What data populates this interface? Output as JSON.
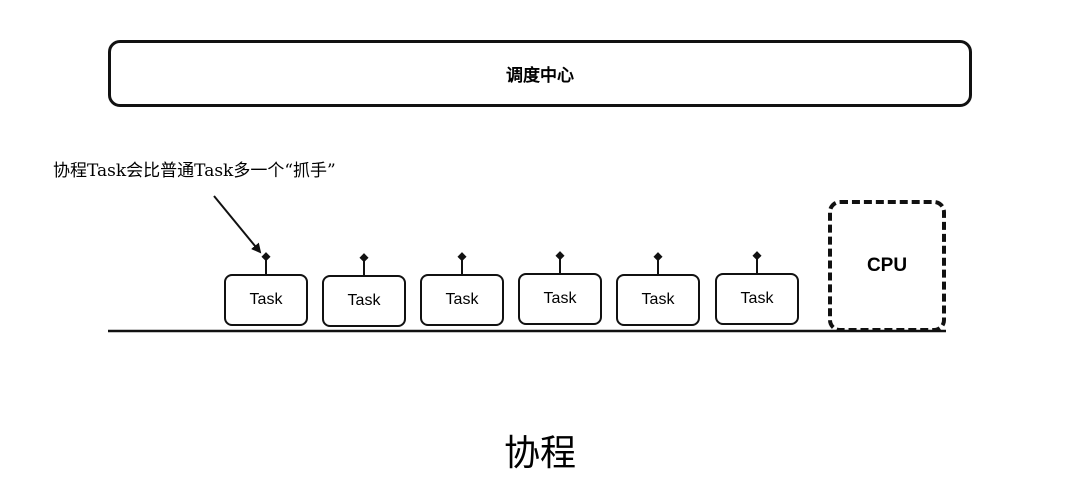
{
  "scheduler": {
    "label": "调度中心"
  },
  "annotation": {
    "text": "协程Task会比普通Task多一个“抓手”"
  },
  "tasks": [
    {
      "label": "Task"
    },
    {
      "label": "Task"
    },
    {
      "label": "Task"
    },
    {
      "label": "Task"
    },
    {
      "label": "Task"
    },
    {
      "label": "Task"
    }
  ],
  "cpu": {
    "label": "CPU"
  },
  "caption": {
    "text": "协程"
  },
  "colors": {
    "stroke": "#111111",
    "background": "#ffffff"
  }
}
